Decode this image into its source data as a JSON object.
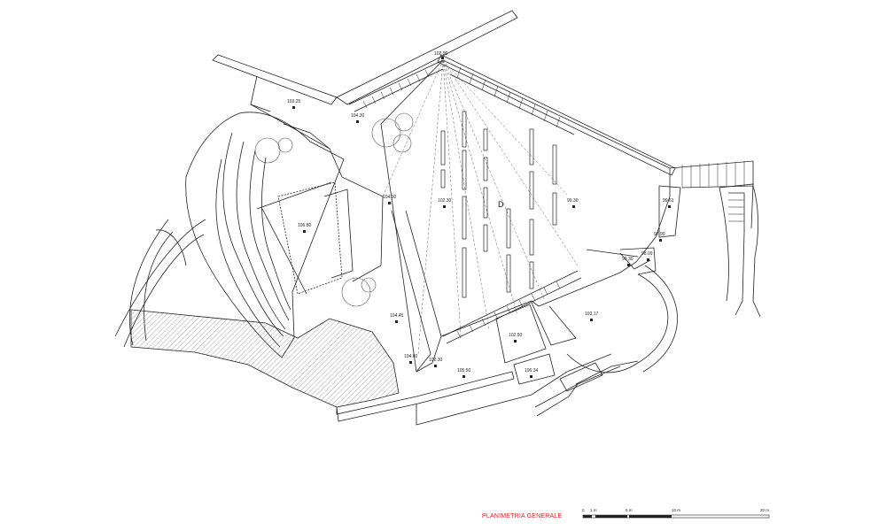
{
  "plan_title": "PLANIMETRIA GENERALE",
  "zone_label": "D",
  "elevations": [
    "102.90",
    "103.25",
    "104.30",
    "104.30",
    "106.80",
    "102.30",
    "99.30",
    "99.61",
    "97.99",
    "98.09",
    "99.30",
    "103.17",
    "102.50",
    "104.45",
    "104.60",
    "102.30",
    "105.50",
    "106.34"
  ],
  "scale_bar": {
    "labels": [
      "0",
      "1 m",
      "5 m",
      "10 m",
      "20 m"
    ]
  },
  "colors": {
    "title": "#d21b1b",
    "line": "#222222"
  }
}
